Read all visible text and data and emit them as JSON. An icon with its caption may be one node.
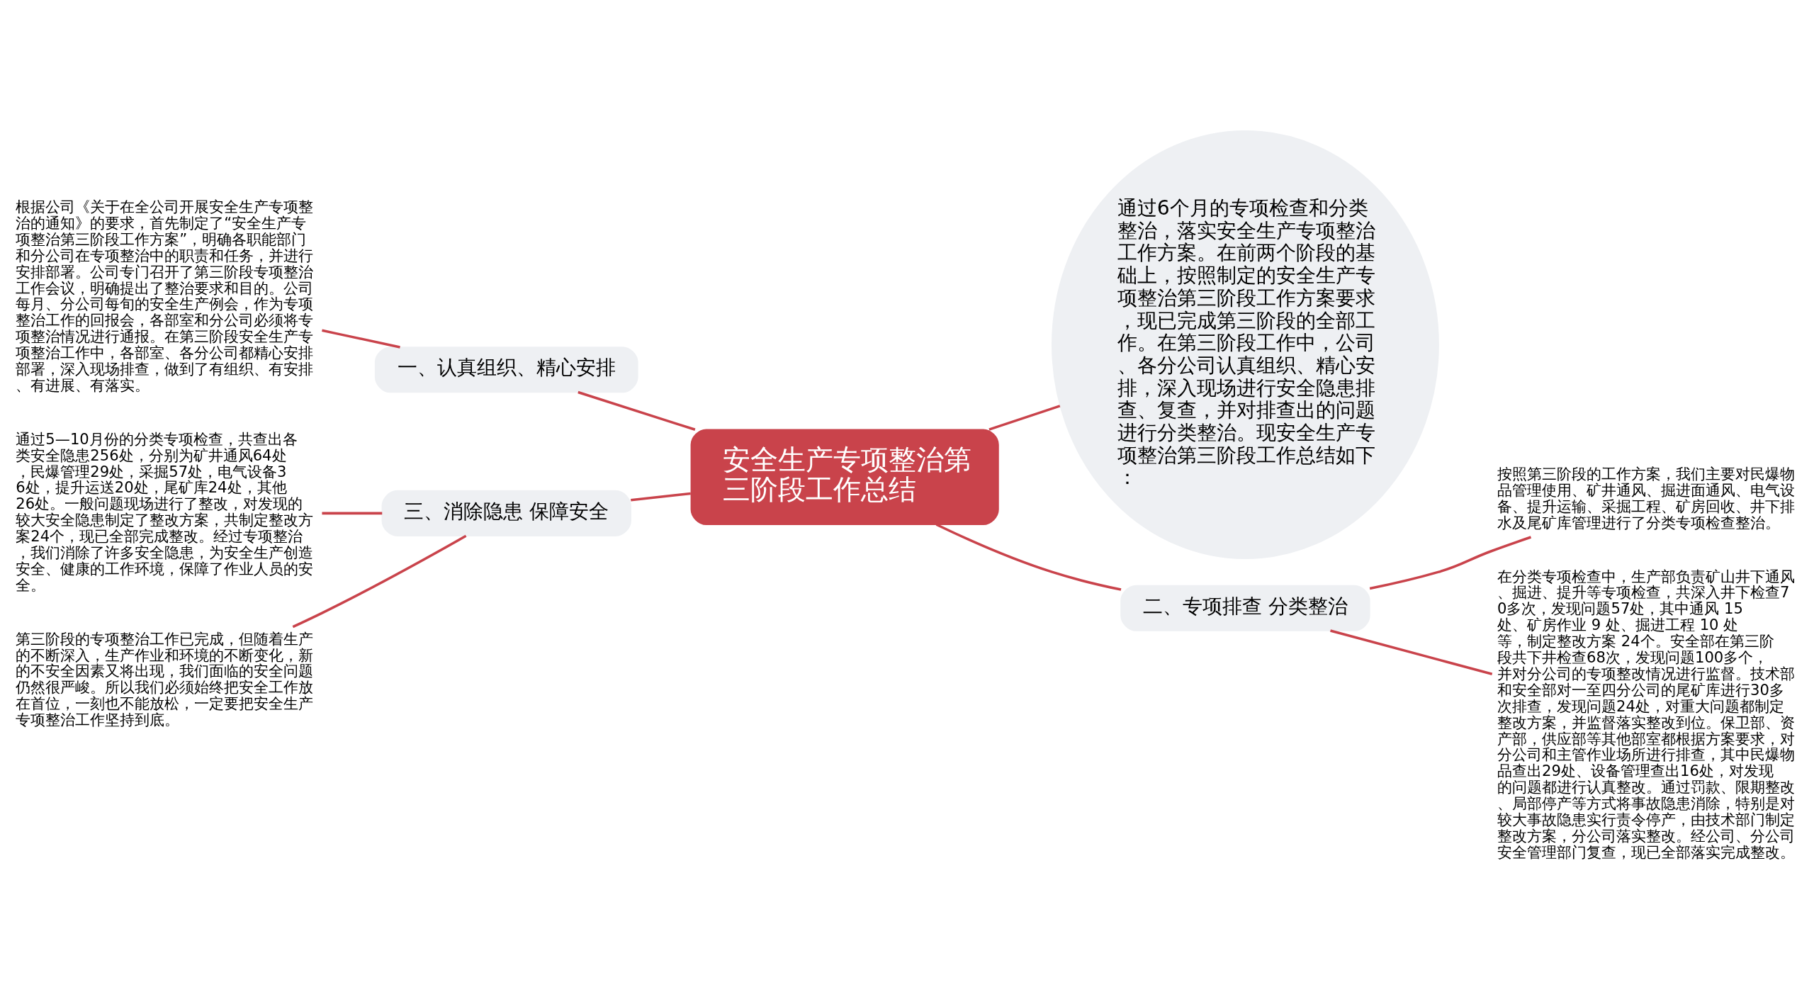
{
  "diagram": {
    "nodes": [
      {
        "text": [
          "安全生产专项整治第三阶段工作总结"
        ]
      },
      {
        "text": [
          "通过6个月的专项检查和分类整治，落实安全生产专项整治工作方案。在前两个阶段的基础上，按照制定的安全生产专项整治第三阶段工作方案要求，现已完成第三阶段的全部工作。在第三阶段工作中，公司、各分公司认真组织、精心安排，深入现场进行安全隐患排查、复查，并对排查出的问题进行分类整治。现安全生产专项整治第三阶段工作总结如下："
        ]
      },
      {
        "text": [
          "一、认真组织、精心安排"
        ]
      },
      {
        "text": [
          "根据公司《关于在全公司开展安全生产专项整治的通知》的要求，首先制定了“安全生产专项整治第三阶段工作方案”，明确各职能部门和分公司在专项整治中的职责和任务，并进行安排部署。公司专门召开了第三阶段专项整治工作会议，明确提出了整治要求和目的。公司每月、分公司每旬的安全生产例会，作为专项整治工作的回报会，各部室和分公司必须将专项整治情况进行通报。在第三阶段安全生产专项整治工作中，各部室、各分公司都精心安排部署，深入现场排查，做到了有组织、有安排、有进展、有落实。"
        ]
      },
      {
        "text": [
          "三、消除隐患 保障安全"
        ]
      },
      {
        "text": [
          "通过5—10月份的分类专项检查，共查出各类安全隐患256处，分别为矿井通风64处，民爆管理29处，采掘57处，电气设备36处，提升运送20处，尾矿库24处，其他26处。一般问题现场进行了整改，对发现的较大安全隐患制定了整改方案，共制定整改方案24个，现已全部完成整改。经过专项整治，我们消除了许多安全隐患，为安全生产创造安全、健康的工作环境，保障了作业人员的安全。"
        ]
      },
      {
        "text": [
          "第三阶段的专项整治工作已完成，但随着生产的不断深入，生产作业和环境的不断变化，新的不安全因素又将出现，我们面临的安全问题仍然很严峻。所以我们必须始终把安全工作放在首位，一刻也不能放松，一定要把安全生产专项整治工作坚持到底。"
        ]
      },
      {
        "text": [
          "二、专项排查 分类整治"
        ]
      },
      {
        "text": [
          "按照第三阶段的工作方案，我们主要对民爆物品管理使用、矿井通风、掘进面通风、电气设备、提升运输、采掘工程、矿房回收、井下排水及尾矿库管理进行了分类专项检查整治。"
        ]
      },
      {
        "text": [
          "在分类专项检查中，生产部负责矿山井下通风、掘进、提升等专项检查，共深入井下检查70多次，发现问题57处，其中通风 15 处、矿房作业 9 处、掘进工程 10 处等，制定整改方案 24个。安全部在第三阶段共下井检查68次，发现问题100多个，并对分公司的专项整改情况进行监督。技术部和安全部对一至四分公司的尾矿库进行30多次排查，发现问题24处，对重大问题都制定整改方案，并监督落实整改到位。保卫部、资产部，供应部等其他部室都根据方案要求，对分公司和主管作业场所进行排查，其中民爆物品查出29处、设备管理查出16处，对发现的问题都进行认真整改。通过罚款、限期整改、局部停产等方式将事故隐患消除，特别是对较大事故隐患实行责令停产，由技术部门制定整改方案，分公司落实整改。经公司、分公司安全管理部门复查，现已全部落实完成整改。"
        ]
      }
    ],
    "edges": [
      {
        "from": 0,
        "to": 1,
        "arrow": "none"
      },
      {
        "from": 0,
        "to": 2,
        "arrow": "none"
      },
      {
        "from": 2,
        "to": 3,
        "arrow": "none"
      },
      {
        "from": 0,
        "to": 4,
        "arrow": "none"
      },
      {
        "from": 4,
        "to": 5,
        "arrow": "none"
      },
      {
        "from": 4,
        "to": 6,
        "arrow": "none"
      },
      {
        "from": 0,
        "to": 7,
        "arrow": "none"
      },
      {
        "from": 7,
        "to": 8,
        "arrow": "none"
      },
      {
        "from": 7,
        "to": 9,
        "arrow": "none"
      }
    ]
  }
}
